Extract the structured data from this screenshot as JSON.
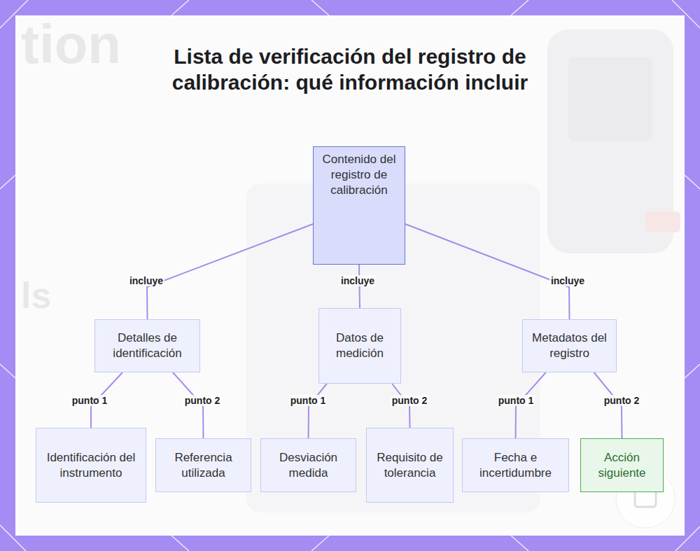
{
  "diagram": {
    "title": "Lista de verificación del registro de calibración: qué información incluir",
    "nodes": [
      {
        "text": [
          "Contenido del registro de calibración"
        ]
      },
      {
        "text": [
          "Detalles de identificación"
        ]
      },
      {
        "text": [
          "Datos de medición"
        ]
      },
      {
        "text": [
          "Metadatos del registro"
        ]
      },
      {
        "text": [
          "Identificación del instrumento"
        ]
      },
      {
        "text": [
          "Referencia utilizada"
        ]
      },
      {
        "text": [
          "Desviación medida"
        ]
      },
      {
        "text": [
          "Requisito de tolerancia"
        ]
      },
      {
        "text": [
          "Fecha e incertidumbre"
        ]
      },
      {
        "text": [
          "Acción siguiente"
        ]
      }
    ],
    "edges": [
      {
        "from": 0,
        "to": 1,
        "label": "incluye",
        "arrow": "none"
      },
      {
        "from": 0,
        "to": 2,
        "label": "incluye",
        "arrow": "none"
      },
      {
        "from": 0,
        "to": 3,
        "label": "incluye",
        "arrow": "none"
      },
      {
        "from": 1,
        "to": 4,
        "label": "punto 1",
        "arrow": "none"
      },
      {
        "from": 1,
        "to": 5,
        "label": "punto 2",
        "arrow": "none"
      },
      {
        "from": 2,
        "to": 6,
        "label": "punto 1",
        "arrow": "none"
      },
      {
        "from": 2,
        "to": 7,
        "label": "punto 2",
        "arrow": "none"
      },
      {
        "from": 3,
        "to": 8,
        "label": "punto 1",
        "arrow": "none"
      },
      {
        "from": 3,
        "to": 9,
        "label": "punto 2",
        "arrow": "none"
      }
    ],
    "labels": [
      "tion",
      "ls"
    ]
  }
}
